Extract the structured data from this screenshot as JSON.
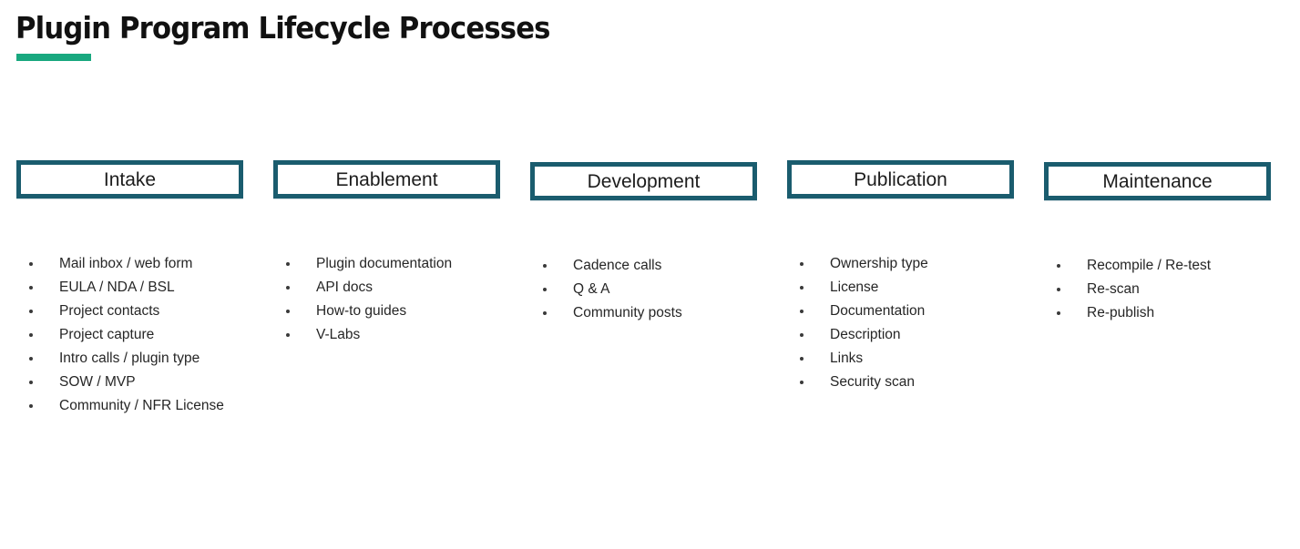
{
  "slide": {
    "title": "Plugin Program Lifecycle Processes",
    "accent_color": "#19a87f",
    "box_border_color": "#1a5c6e",
    "text_color": "#262626",
    "background_color": "#ffffff"
  },
  "phases": [
    {
      "name": "intake",
      "label": "Intake",
      "items": [
        "Mail inbox / web form",
        "EULA / NDA / BSL",
        "Project contacts",
        "Project capture",
        "Intro calls / plugin type",
        "SOW / MVP",
        "Community / NFR License"
      ]
    },
    {
      "name": "enablement",
      "label": "Enablement",
      "items": [
        "Plugin documentation",
        "API docs",
        "How-to guides",
        "V-Labs"
      ]
    },
    {
      "name": "development",
      "label": "Development",
      "items": [
        "Cadence calls",
        "Q & A",
        "Community posts"
      ]
    },
    {
      "name": "publication",
      "label": "Publication",
      "items": [
        "Ownership type",
        "License",
        "Documentation",
        "Description",
        "Links",
        "Security scan"
      ]
    },
    {
      "name": "maintenance",
      "label": "Maintenance",
      "items": [
        "Recompile / Re-test",
        "Re-scan",
        "Re-publish"
      ]
    }
  ]
}
